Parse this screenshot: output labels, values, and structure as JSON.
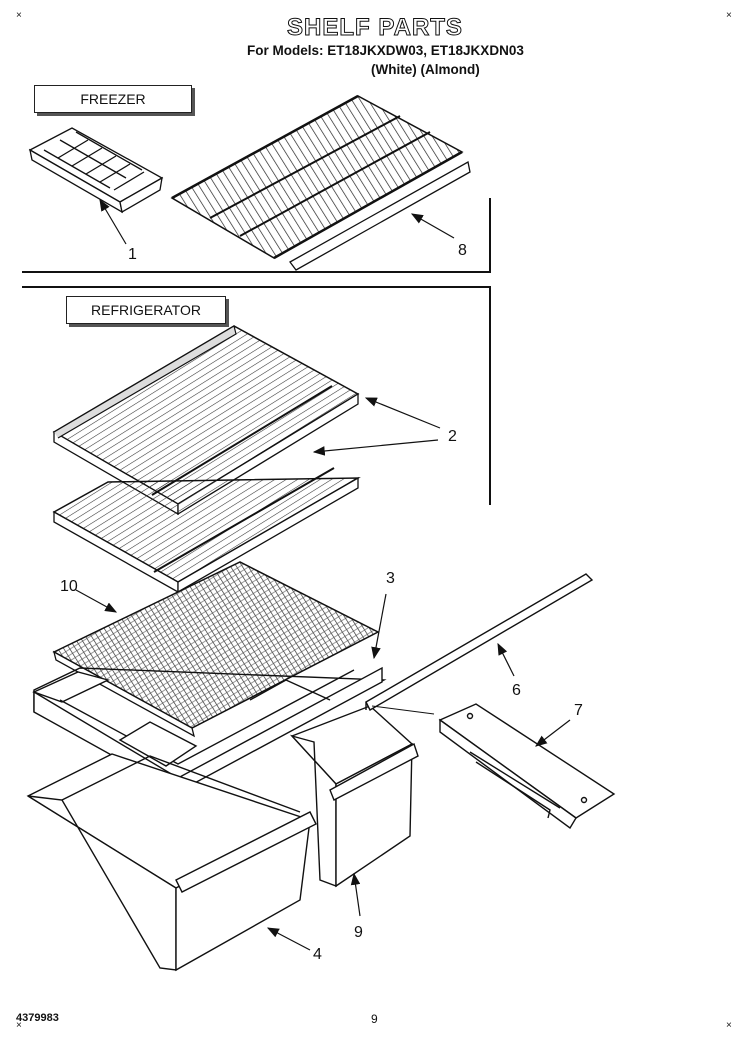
{
  "header": {
    "title": "SHELF PARTS",
    "models": "For Models: ET18JKXDW03, ET18JKXDN03",
    "colors": "(White)    (Almond)"
  },
  "sections": {
    "freezer": "FREEZER",
    "refrigerator": "REFRIGERATOR"
  },
  "callouts": [
    "1",
    "8",
    "2",
    "10",
    "3",
    "6",
    "7",
    "9",
    "4"
  ],
  "footer": {
    "doc_number": "4379983",
    "page": "9"
  },
  "corner_marks": [
    "×",
    "×",
    "×",
    "×"
  ]
}
